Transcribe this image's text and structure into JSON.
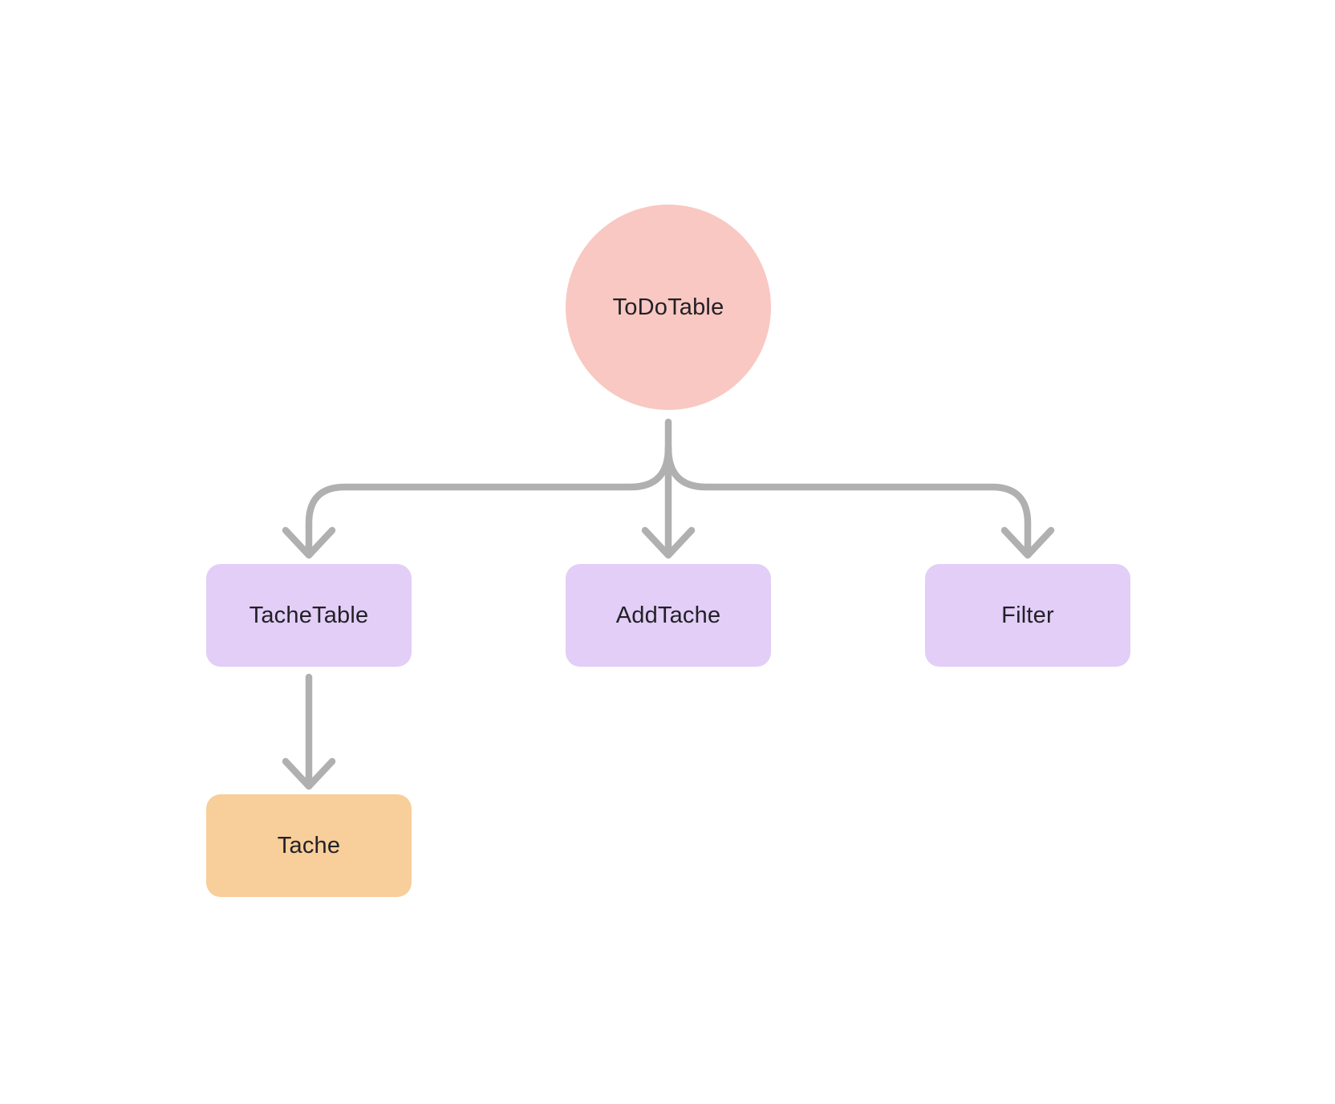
{
  "diagram": {
    "nodes": {
      "todotable": {
        "label": "ToDoTable",
        "shape": "circle",
        "role": "root component"
      },
      "tachetable": {
        "label": "TacheTable",
        "shape": "rounded-rect",
        "role": "child component"
      },
      "addtache": {
        "label": "AddTache",
        "shape": "rounded-rect",
        "role": "child component"
      },
      "filter": {
        "label": "Filter",
        "shape": "rounded-rect",
        "role": "child component"
      },
      "tache": {
        "label": "Tache",
        "shape": "rounded-rect",
        "role": "leaf component"
      }
    },
    "edges": [
      {
        "from": "ToDoTable",
        "to": "TacheTable"
      },
      {
        "from": "ToDoTable",
        "to": "AddTache"
      },
      {
        "from": "ToDoTable",
        "to": "Filter"
      },
      {
        "from": "TacheTable",
        "to": "Tache"
      }
    ],
    "colors": {
      "root_fill": "#F9C8C2",
      "component_fill": "#E2CEF6",
      "leaf_fill": "#F8CE9A",
      "connector": "#B0B0B0",
      "text": "#222127",
      "background": "#FFFFFF"
    }
  }
}
